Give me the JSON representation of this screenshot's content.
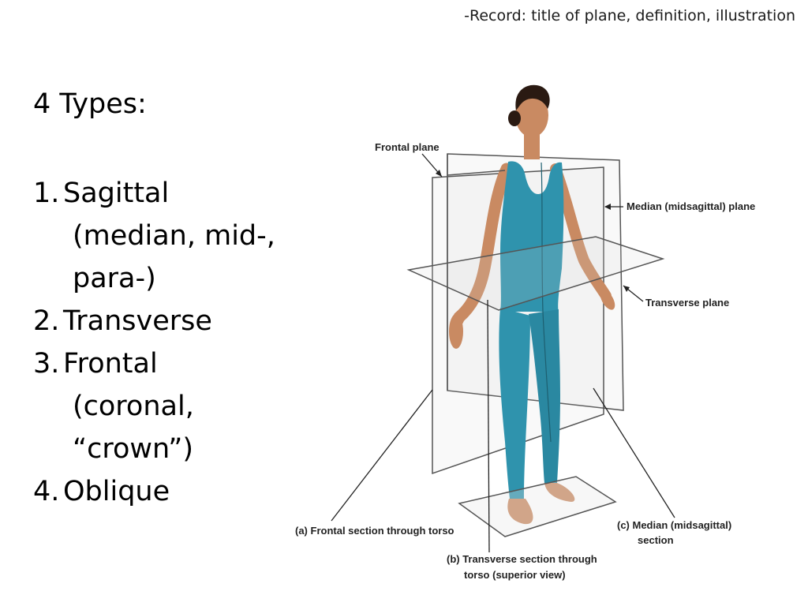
{
  "note": "-Record: title of plane, definition, illustration",
  "title": "4 Types:",
  "types": [
    {
      "num": "1.",
      "name": "Sagittal",
      "details": [
        "(median, mid-,",
        "para-)"
      ]
    },
    {
      "num": "2.",
      "name": "Transverse",
      "details": []
    },
    {
      "num": "3.",
      "name": "Frontal",
      "details": [
        "(coronal,",
        "“crown”)"
      ]
    },
    {
      "num": "4.",
      "name": "Oblique",
      "details": []
    }
  ],
  "figure": {
    "labels": {
      "frontal_plane": "Frontal plane",
      "median_plane": "Median (midsagittal) plane",
      "transverse_plane": "Transverse plane",
      "a_line1": "(a) Frontal section through torso",
      "b_line1": "(b) Transverse section through",
      "b_line2": "torso (superior view)",
      "c_line1": "(c) Median (midsagittal)",
      "c_line2": "section"
    },
    "colors": {
      "suit": "#2f93ad",
      "skin": "#c98a62",
      "plane_stroke": "#555555"
    }
  }
}
